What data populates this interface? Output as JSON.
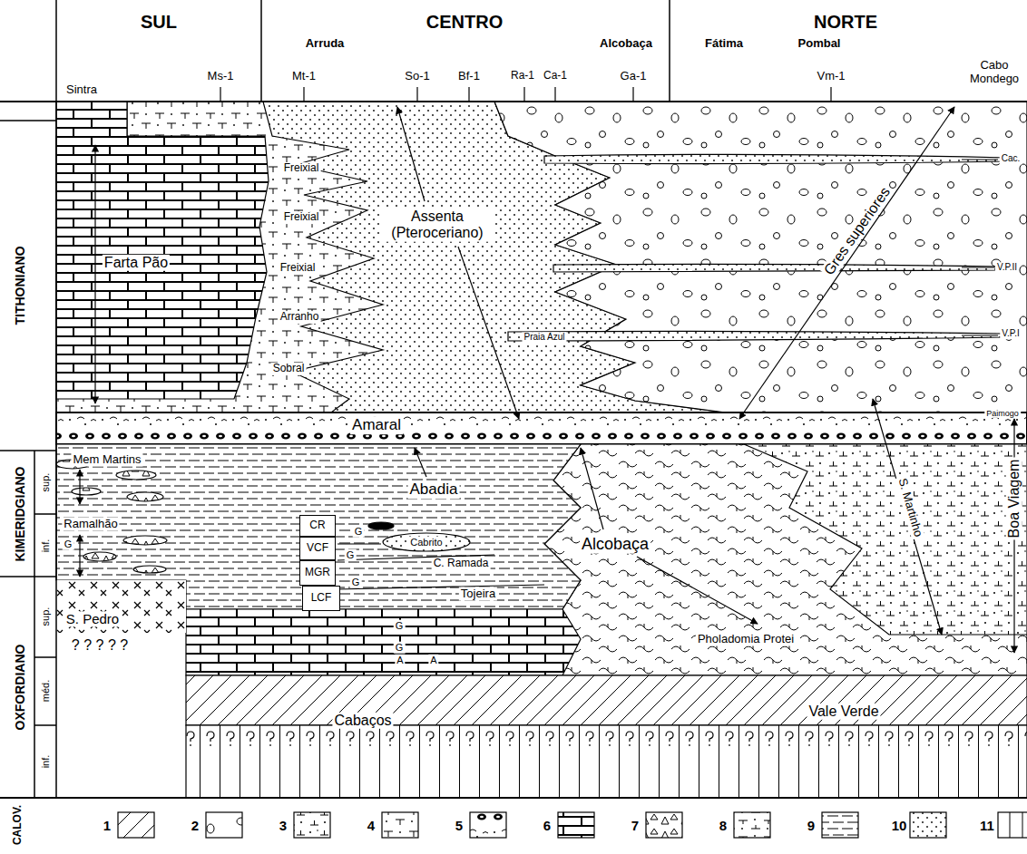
{
  "diagram": {
    "nodes": [
      {
        "text": [
          "CR"
        ]
      },
      {
        "text": [
          "VCF"
        ]
      },
      {
        "text": [
          "MGR"
        ]
      },
      {
        "text": [
          "LCF"
        ]
      }
    ],
    "labels": [
      "SUL",
      "CENTRO",
      "NORTE",
      "Arruda",
      "Alcobaça",
      "Fátima",
      "Pombal",
      "Sintra",
      "Ms-1",
      "Mt-1",
      "So-1",
      "Bf-1",
      "Ra-1",
      "Ca-1",
      "Ga-1",
      "Vm-1",
      "Cabo Mondego",
      "TITHONIANO",
      "KIMERIDGIANO",
      "sup.",
      "inf.",
      "OXFORDIANO",
      "sup.",
      "méd.",
      "inf.",
      "CALOV.",
      "Farta Pão",
      "Freixial",
      "Freixial",
      "Freixial",
      "Assenta (Pteroceriano)",
      "Arranho",
      "Sobral",
      "Praia Azul",
      "Gres superiores",
      "Cac.",
      "V.P.II",
      "V.P.I",
      "Paimogo",
      "Boa Viagem",
      "Amaral",
      "Mem Martins",
      "Ramalhão",
      "S. Pedro",
      "? ? ? ? ?",
      "Abadia",
      "Cabrito",
      "C. Ramada",
      "Tojeira",
      "Alcobaça",
      "S. Martinho",
      "Pholadomia Protei",
      "Cabaços",
      "Vale Verde",
      "G",
      "G",
      "G",
      "G",
      "G",
      "G",
      "A",
      "A"
    ],
    "legend": [
      {
        "text": "1"
      },
      {
        "text": "2"
      },
      {
        "text": "3"
      },
      {
        "text": "4"
      },
      {
        "text": "5"
      },
      {
        "text": "6"
      },
      {
        "text": "7"
      },
      {
        "text": "8"
      },
      {
        "text": "9"
      },
      {
        "text": "10"
      },
      {
        "text": "11"
      }
    ]
  }
}
